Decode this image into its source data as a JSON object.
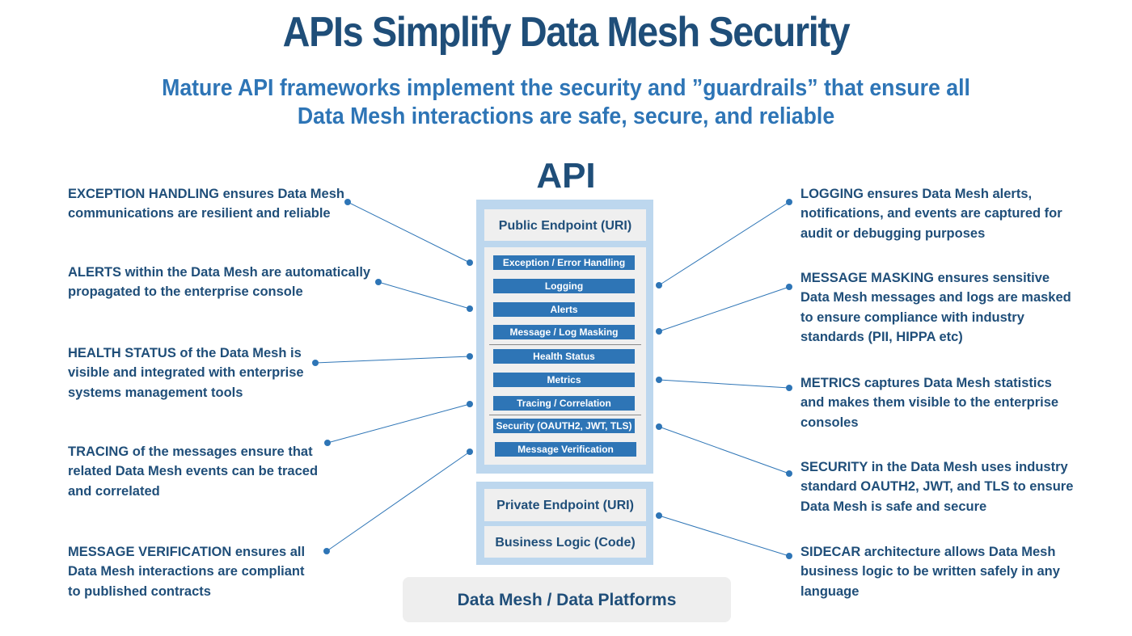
{
  "title": "APIs Simplify Data Mesh Security",
  "subtitle": [
    "Mature API frameworks implement the security and ”guardrails” that ensure all",
    "Data Mesh interactions are safe, secure, and reliable"
  ],
  "api_label": "API",
  "public_endpoint": "Public Endpoint (URI)",
  "features": [
    "Exception / Error Handling",
    "Logging",
    "Alerts",
    "Message / Log Masking",
    "Health Status",
    "Metrics",
    "Tracing / Correlation",
    "Security (OAUTH2, JWT, TLS)",
    "Message Verification"
  ],
  "private_endpoint": "Private Endpoint (URI)",
  "business_logic": "Business Logic (Code)",
  "platform": "Data Mesh / Data Platforms",
  "left_descriptions": [
    {
      "lines": [
        "EXCEPTION HANDLING ensures Data Mesh",
        "communications are resilient and reliable"
      ]
    },
    {
      "lines": [
        "ALERTS within the Data Mesh are automatically",
        "propagated to the enterprise console"
      ]
    },
    {
      "lines": [
        "HEALTH STATUS of the Data Mesh is",
        "visible and integrated with enterprise",
        "systems management tools"
      ]
    },
    {
      "lines": [
        "TRACING of the messages ensure that",
        "related Data Mesh events can be traced",
        "and correlated"
      ]
    },
    {
      "lines": [
        "MESSAGE VERIFICATION ensures all",
        "Data Mesh interactions are compliant",
        "to published contracts"
      ]
    }
  ],
  "right_descriptions": [
    {
      "lines": [
        "LOGGING ensures Data Mesh alerts,",
        "notifications, and events are captured for",
        "audit or debugging purposes"
      ]
    },
    {
      "lines": [
        "MESSAGE MASKING ensures sensitive",
        "Data Mesh messages and logs are masked",
        "to ensure compliance with industry",
        "standards (PII, HIPPA etc)"
      ]
    },
    {
      "lines": [
        "METRICS captures Data Mesh statistics",
        "and makes them visible to the enterprise",
        "consoles"
      ]
    },
    {
      "lines": [
        "SECURITY in the Data Mesh uses industry",
        "standard OAUTH2, JWT, and TLS to ensure",
        "Data Mesh is safe and secure"
      ]
    },
    {
      "lines": [
        "SIDECAR architecture allows Data Mesh",
        "business logic to be written safely in any",
        "language"
      ]
    }
  ],
  "colors": {
    "title": "#1f4e79",
    "subtitle": "#2e75b6",
    "feature_bar": "#2e75b6",
    "frame": "#bdd7ee",
    "connector": "#2e75b6"
  }
}
